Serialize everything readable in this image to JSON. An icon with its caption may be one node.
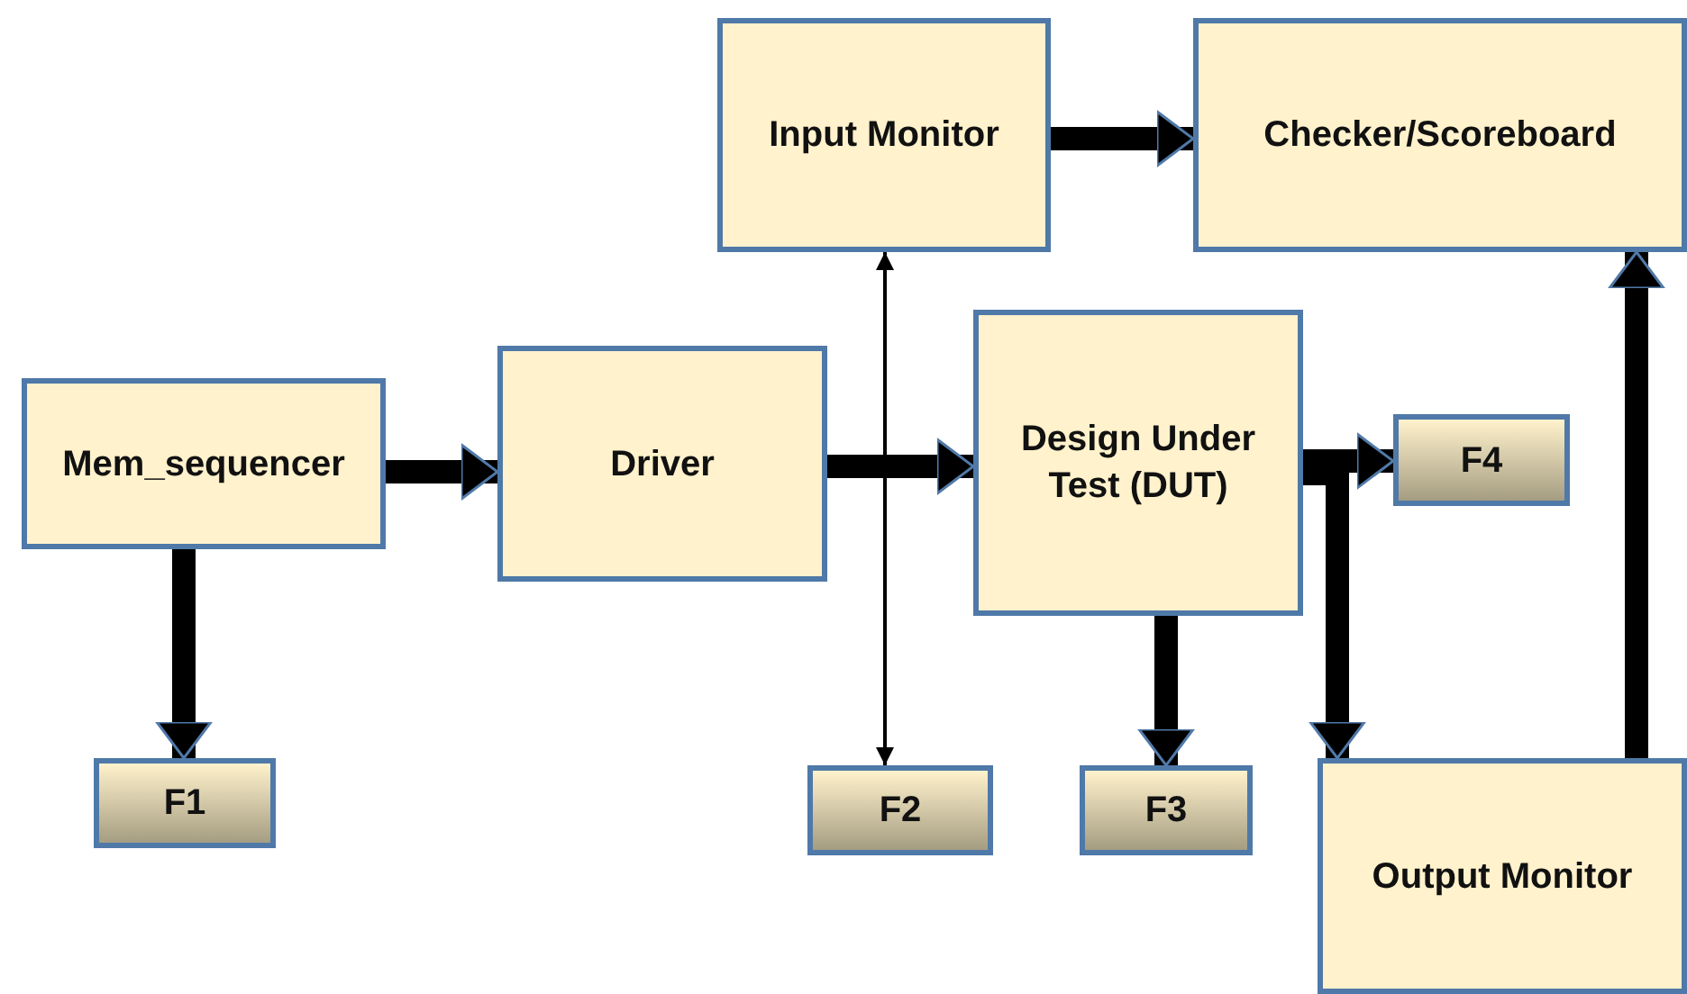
{
  "diagram": {
    "nodes": [
      {
        "text": [
          "Input Monitor"
        ]
      },
      {
        "text": [
          "Checker/Scoreboard"
        ]
      },
      {
        "text": [
          "Mem_sequencer"
        ]
      },
      {
        "text": [
          "Driver"
        ]
      },
      {
        "text": [
          "Design Under Test (DUT)"
        ]
      },
      {
        "text": [
          "F4"
        ]
      },
      {
        "text": [
          "F1"
        ]
      },
      {
        "text": [
          "F2"
        ]
      },
      {
        "text": [
          "F3"
        ]
      },
      {
        "text": [
          "Output Monitor"
        ]
      }
    ],
    "edges": [
      {
        "from": 0,
        "to": 1,
        "arrow": "to"
      },
      {
        "from": 2,
        "to": 3,
        "arrow": "to"
      },
      {
        "from": 3,
        "to": 4,
        "arrow": "to"
      },
      {
        "from": 4,
        "to": 5,
        "arrow": "to"
      },
      {
        "from": 4,
        "to": 9,
        "arrow": "to"
      },
      {
        "from": 9,
        "to": 1,
        "arrow": "to"
      },
      {
        "from": 2,
        "to": 6,
        "arrow": "to"
      },
      {
        "from": 4,
        "to": 8,
        "arrow": "to"
      },
      {
        "from": 0,
        "to": 7,
        "arrow": "both"
      }
    ]
  }
}
